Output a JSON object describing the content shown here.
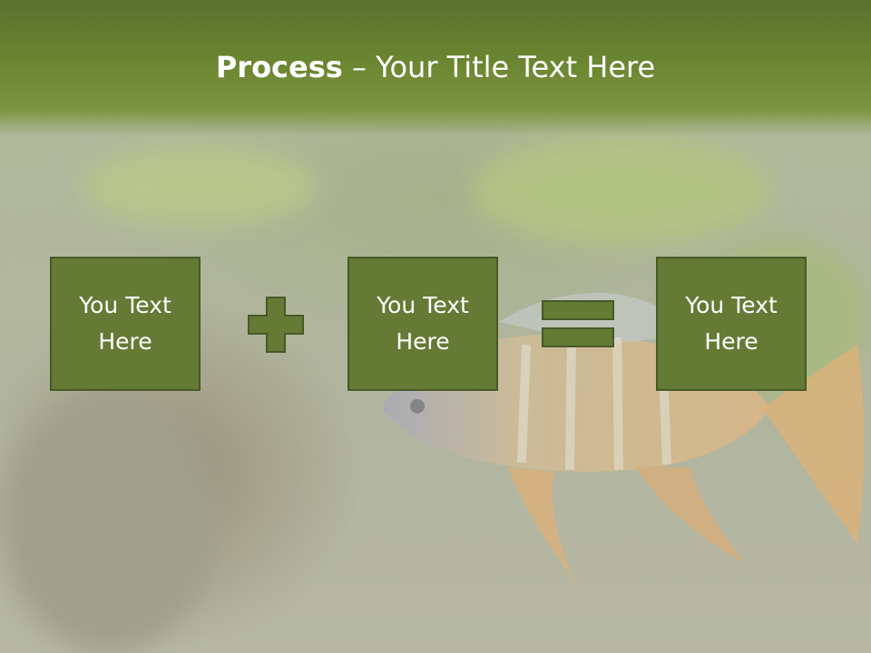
{
  "title": {
    "bold": "Process",
    "rest": " – Your Title Text Here"
  },
  "boxes": [
    {
      "label": "You Text Here"
    },
    {
      "label": "You Text Here"
    },
    {
      "label": "You Text Here"
    }
  ],
  "operators": {
    "first": "plus-icon",
    "second": "equals-icon"
  },
  "colors": {
    "header": "#68832f",
    "box_fill": "#647a35",
    "box_border": "#465a26",
    "text": "#ffffff"
  }
}
